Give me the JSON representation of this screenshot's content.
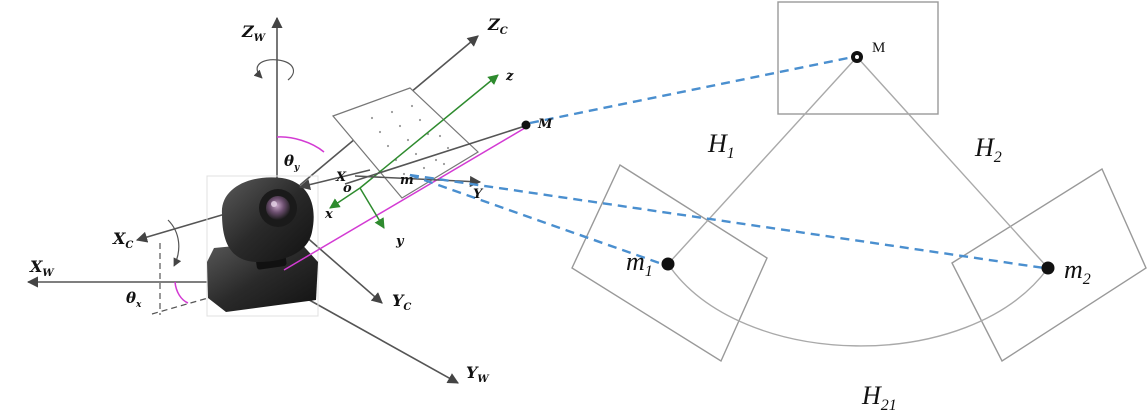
{
  "axes": {
    "world": {
      "z": "Z",
      "x": "X",
      "y": "Y",
      "sub": "W"
    },
    "camera": {
      "z": "Z",
      "x": "X",
      "y": "Y",
      "sub": "C"
    },
    "angle_y": {
      "base": "θ",
      "sub": "y"
    },
    "angle_x": {
      "base": "θ",
      "sub": "x"
    }
  },
  "image_plane": {
    "origin": "o",
    "X": "X",
    "Y": "Y",
    "x": "x",
    "y": "y",
    "z": "z",
    "m": "m",
    "M": "M"
  },
  "right_diagram": {
    "point_M": "M",
    "m1": {
      "base": "m",
      "sub": "1"
    },
    "m2": {
      "base": "m",
      "sub": "2"
    },
    "H1": {
      "base": "H",
      "sub": "1"
    },
    "H2": {
      "base": "H",
      "sub": "2"
    },
    "H21": {
      "base": "H",
      "sub": "21"
    }
  },
  "colors": {
    "dashed_projection": "#4a8fcf",
    "optical_axis": "#d33bd3",
    "camera_frame_axes": "#2e8b2e",
    "arcs": "#d33bd3",
    "outline": "#999999",
    "camera_body": "#2d2d2d"
  }
}
